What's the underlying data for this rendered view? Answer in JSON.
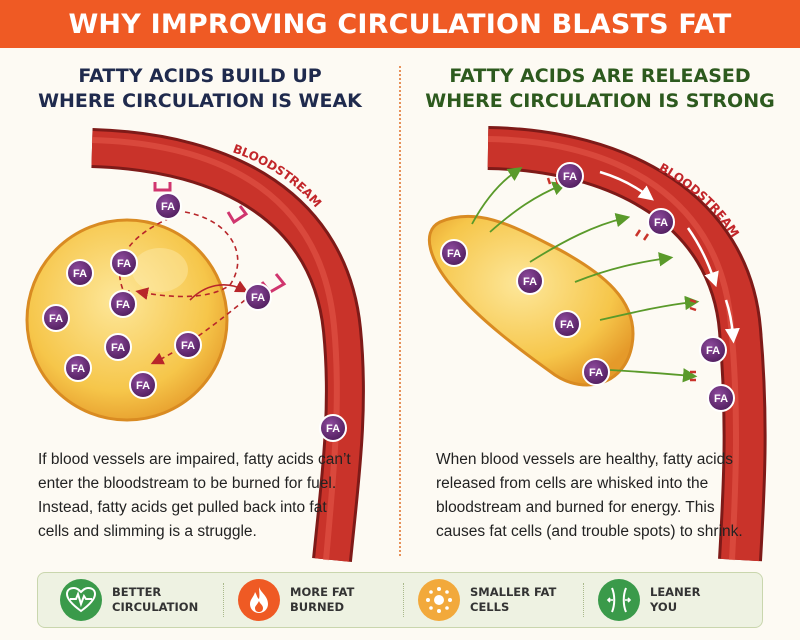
{
  "title": "WHY IMPROVING CIRCULATION BLASTS FAT",
  "left": {
    "heading": "FATTY ACIDS BUILD UP\nWHERE CIRCULATION IS WEAK",
    "vessel_label": "BLOODSTREAM",
    "description": "If blood vessels are impaired, fatty acids can’t enter the bloodstream to be burned for fuel. Instead, fatty acids get pulled back into fat cells and slimming is a struggle."
  },
  "right": {
    "heading": "FATTY ACIDS ARE RELEASED\nWHERE CIRCULATION IS STRONG",
    "vessel_label": "BLOODSTREAM",
    "description": "When blood vessels are healthy, fatty acids released from cells are whisked into the bloodstream and burned for energy. This causes fat cells (and trouble spots) to shrink."
  },
  "fa_label": "FA",
  "benefits": [
    {
      "label": "BETTER\nCIRCULATION",
      "icon": "heartbeat-icon",
      "color": "#3a9a4a"
    },
    {
      "label": "MORE FAT\nBURNED",
      "icon": "flame-icon",
      "color": "#ef5a24"
    },
    {
      "label": "SMALLER FAT\nCELLS",
      "icon": "fat-cell-icon",
      "color": "#f2a93b"
    },
    {
      "label": "LEANER\nYOU",
      "icon": "waist-icon",
      "color": "#3a9a4a"
    }
  ],
  "colors": {
    "banner": "#ef5a24",
    "vessel": "#c9332a",
    "fa_molecule": "#6a2a78",
    "fat_cell": "#f6c64a",
    "arrow_green": "#5a9a2a"
  }
}
